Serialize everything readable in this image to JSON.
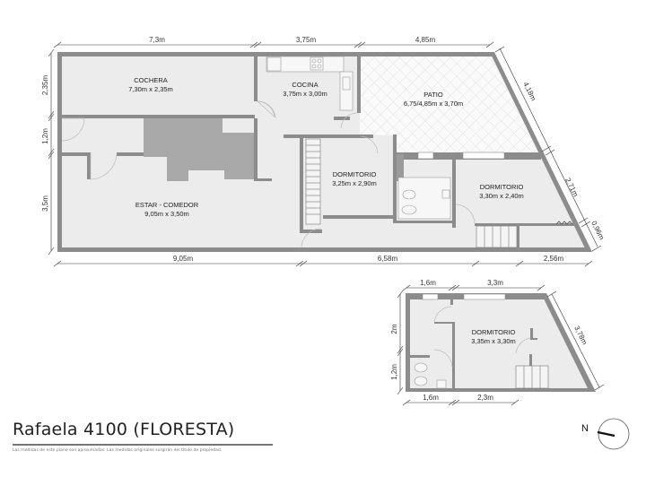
{
  "plan": {
    "title": "Rafaela 4100 (FLORESTA)",
    "disclaimer": "Las medidas de este plano son aproximadas. Las medidas originales surgirán del título de propiedad.",
    "north_label": "N",
    "colors": {
      "wall": "#8c8c8c",
      "floor": "#ececec",
      "dark_fill": "#a8a8a8",
      "patio": "#f7f7f7",
      "dimension_line": "#333333"
    }
  },
  "ground_floor": {
    "rooms": [
      {
        "name": "COCHERA",
        "size": "7,30m x 2,35m"
      },
      {
        "name": "COCINA",
        "size": "3,75m x 3,00m"
      },
      {
        "name": "PATIO",
        "size": "6,75/4,85m x 3,70m"
      },
      {
        "name": "DORMITORIO",
        "size": "3,25m x 2,90m"
      },
      {
        "name": "DORMITORIO",
        "size": "3,30m x 2,40m"
      },
      {
        "name": "ESTAR - COMEDOR",
        "size": "9,05m x 3,50m"
      }
    ],
    "dimensions": {
      "top": [
        "7,3m",
        "3,75m",
        "4,85m"
      ],
      "left": [
        "2,35m",
        "1,2m",
        "3,5m"
      ],
      "right": [
        "4,18m",
        "2,71m",
        "0,96m"
      ],
      "bottom": [
        "9,05m",
        "6,58m",
        "2,56m"
      ]
    }
  },
  "upper_floor": {
    "rooms": [
      {
        "name": "DORMITORIO",
        "size": "3,35m x 3,30m"
      }
    ],
    "dimensions": {
      "top": [
        "1,6m",
        "3,3m"
      ],
      "left": [
        "2m",
        "1,2m"
      ],
      "right": [
        "3,78m"
      ],
      "bottom": [
        "1,6m",
        "2,3m"
      ]
    }
  }
}
